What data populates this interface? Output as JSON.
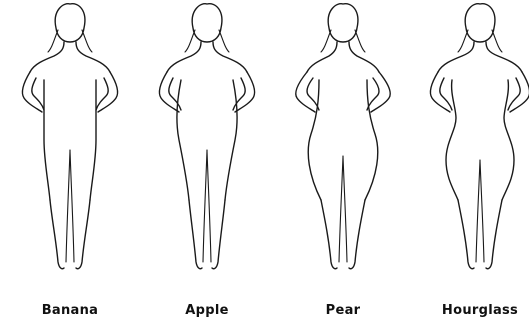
{
  "figures": [
    {
      "id": "banana",
      "label": "Banana"
    },
    {
      "id": "apple",
      "label": "Apple"
    },
    {
      "id": "pear",
      "label": "Pear"
    },
    {
      "id": "hourglass",
      "label": "Hourglass"
    }
  ],
  "colors": {
    "line": "#1a1a1a",
    "background": "#ffffff",
    "label_text": "#111111"
  }
}
